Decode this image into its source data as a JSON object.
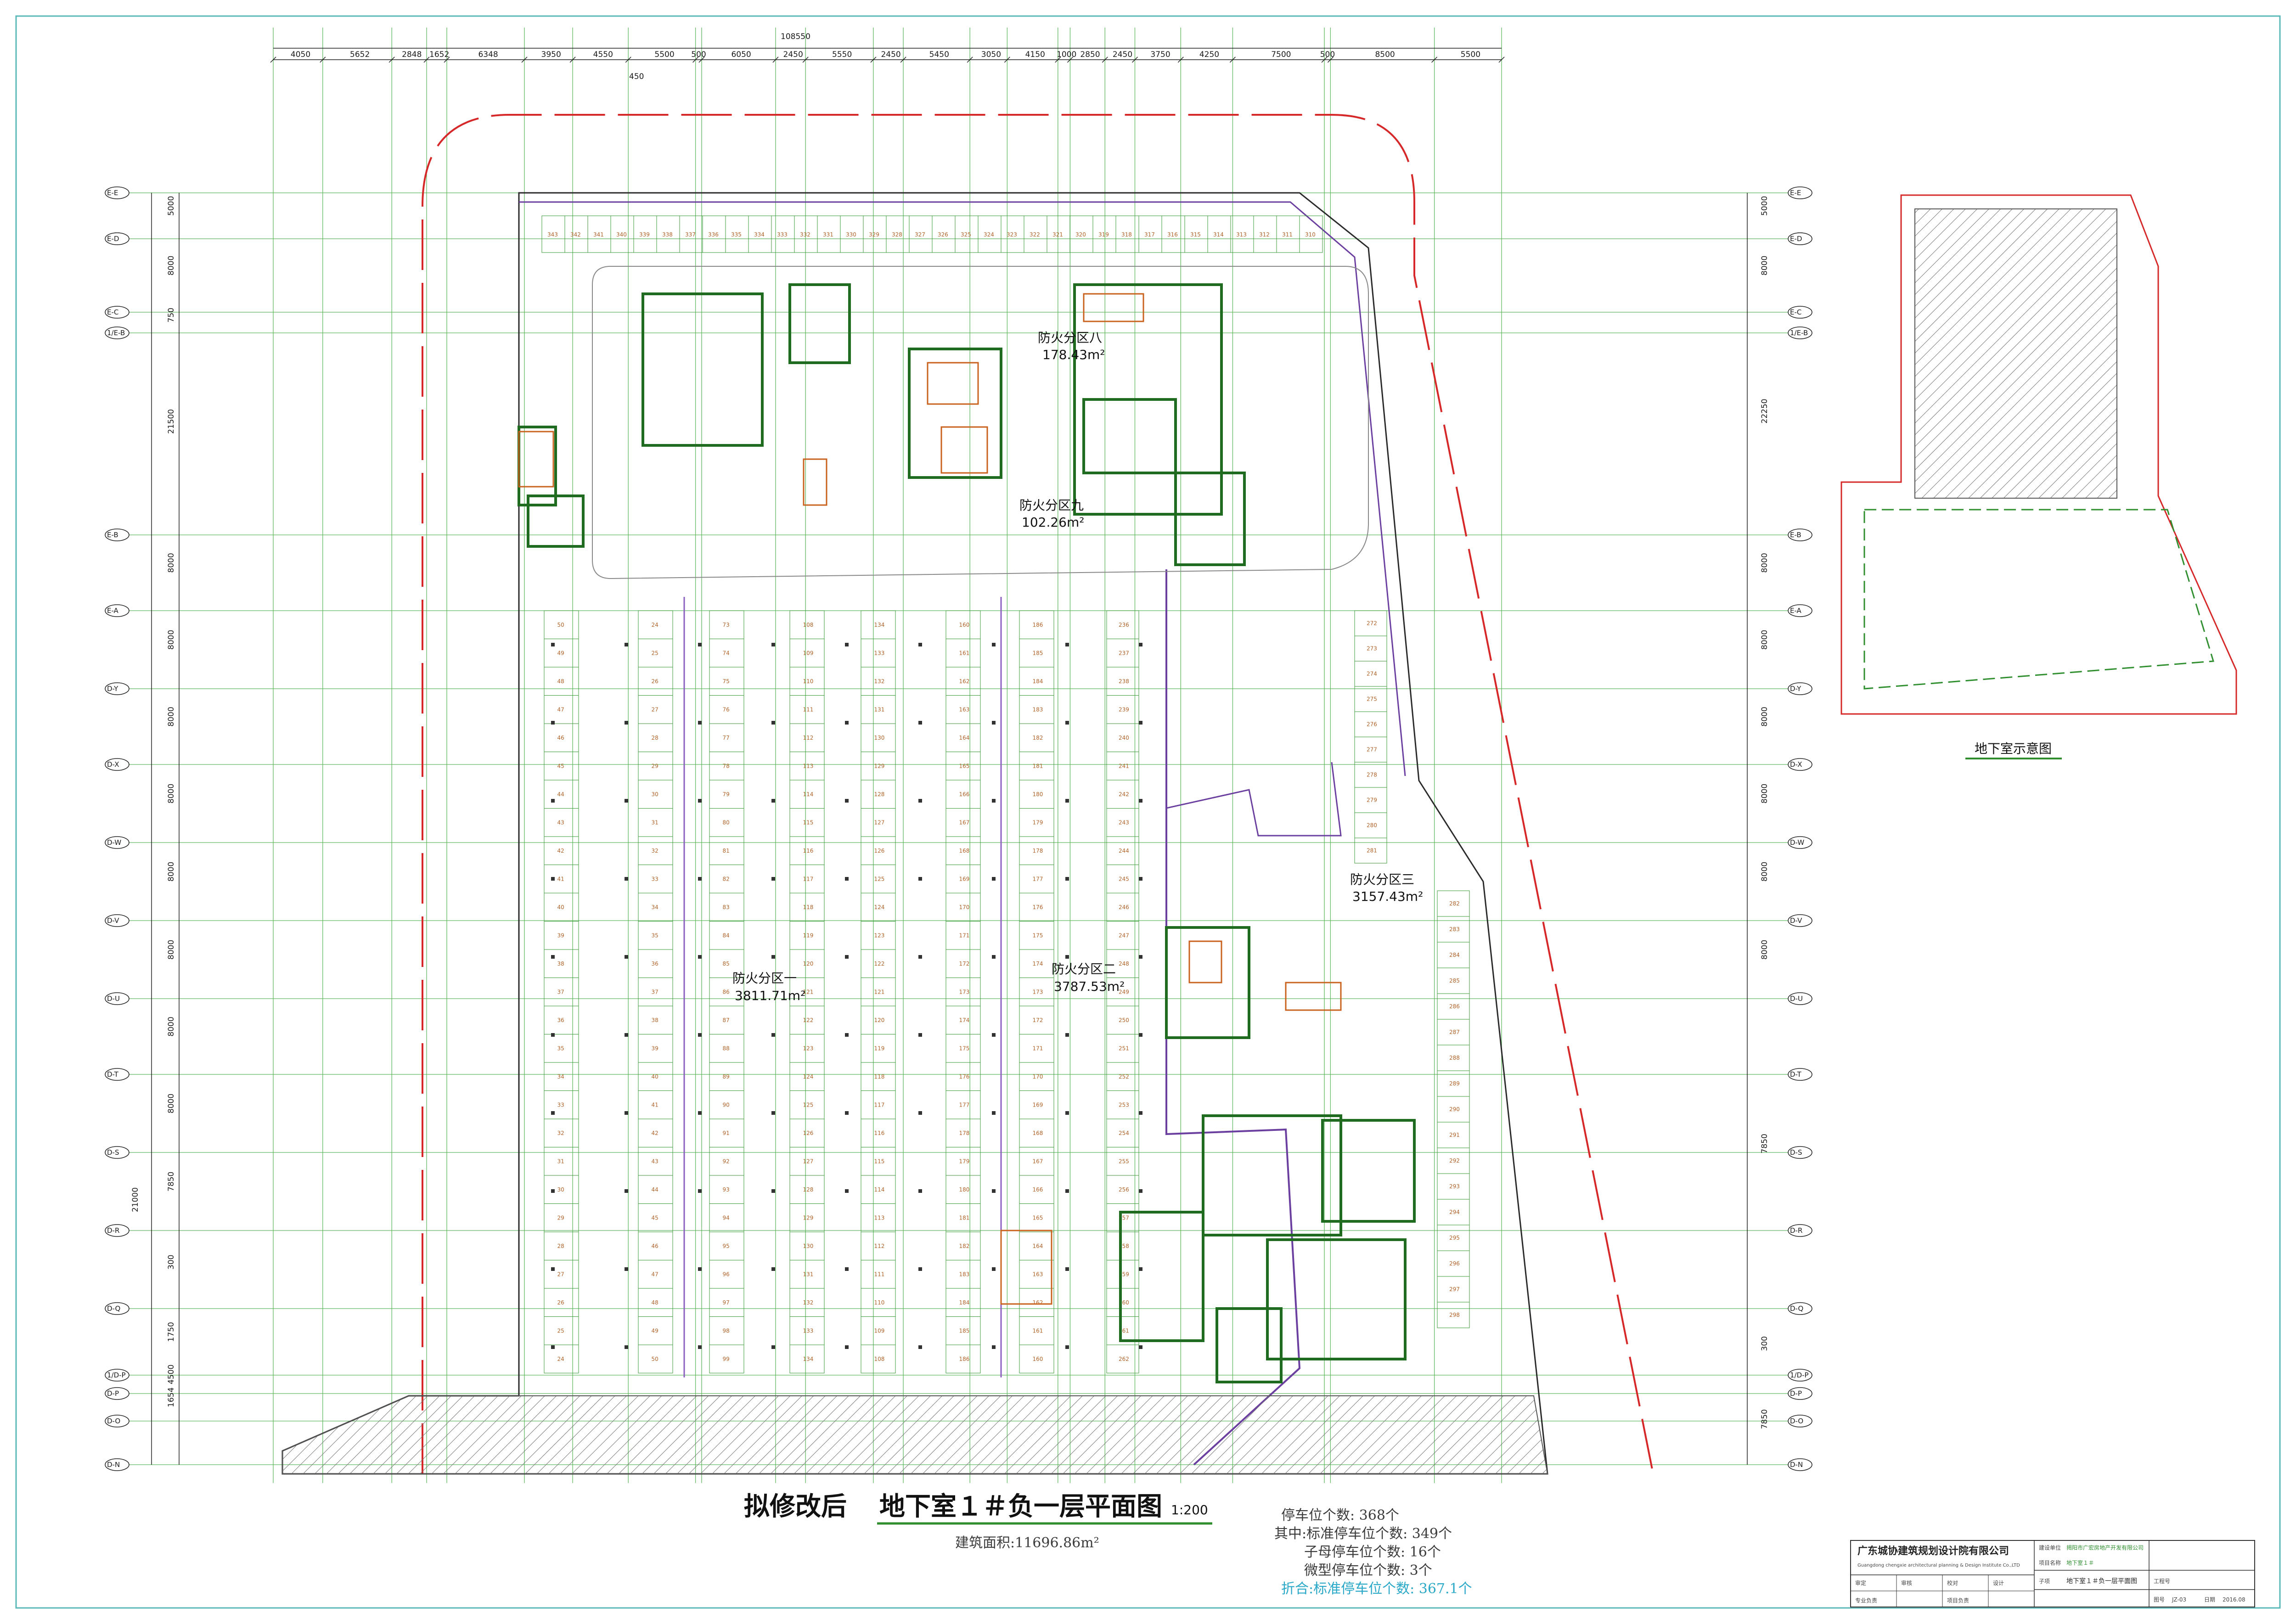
{
  "drawing": {
    "title_prefix": "拟修改后",
    "title_main": "地下室１＃负一层平面图",
    "scale": "1:200",
    "area": "建筑面积:11696.86m²"
  },
  "dimensions": {
    "top_total": "108550",
    "top_segments": [
      "4050",
      "5652",
      "2848",
      "1652",
      "6348",
      "3950",
      "4550",
      "5500",
      "500",
      "6050",
      "2450",
      "5550",
      "2450",
      "5450",
      "3050",
      "4150",
      "1000",
      "2850",
      "2450",
      "3750",
      "4250",
      "7500",
      "500",
      "8500",
      "5500"
    ],
    "top_sub": "450",
    "left_segments": [
      "5000",
      "8000",
      "750",
      "21500",
      "8000",
      "8000",
      "8000",
      "8000",
      "8000",
      "8000",
      "8000",
      "8000",
      "7850",
      "300",
      "1750",
      "4500",
      "1654"
    ],
    "left_total": "21000",
    "right_segments": [
      "5000",
      "8000",
      "22250",
      "8000",
      "8000",
      "8000",
      "8000",
      "8000",
      "8000",
      "7850",
      "300",
      "7850"
    ]
  },
  "axes": [
    "E-E",
    "E-D",
    "E-C",
    "1/E-B",
    "E-B",
    "E-A",
    "D-Y",
    "D-X",
    "D-W",
    "D-V",
    "D-U",
    "D-T",
    "D-S",
    "D-R",
    "D-Q",
    "1/D-P",
    "D-P",
    "D-O",
    "D-N"
  ],
  "zones": [
    {
      "name": "防火分区八",
      "area": "178.43m²"
    },
    {
      "name": "防火分区九",
      "area": "102.26m²"
    },
    {
      "name": "防火分区一",
      "area": "3811.71m²"
    },
    {
      "name": "防火分区二",
      "area": "3787.53m²"
    },
    {
      "name": "防火分区三",
      "area": "3157.43m²"
    }
  ],
  "stalls": {
    "row_top": [
      "343",
      "342",
      "341",
      "340",
      "339",
      "338",
      "337",
      "336",
      "335",
      "334",
      "333",
      "332",
      "331",
      "330",
      "329",
      "328",
      "327",
      "326",
      "325",
      "324",
      "323",
      "322",
      "321",
      "320",
      "319",
      "318",
      "317",
      "316",
      "315",
      "314",
      "313",
      "312",
      "311",
      "310"
    ],
    "col_a": [
      "50",
      "49",
      "48",
      "47",
      "46",
      "45",
      "44",
      "43",
      "42",
      "41",
      "40",
      "39",
      "38",
      "37",
      "36",
      "35",
      "34",
      "33",
      "32",
      "31",
      "30",
      "29",
      "28",
      "27",
      "26",
      "25",
      "24"
    ],
    "col_b": [
      "73",
      "74",
      "75",
      "76",
      "77",
      "78",
      "79",
      "80",
      "81",
      "82",
      "83",
      "84",
      "85",
      "86",
      "87",
      "88",
      "89",
      "90",
      "91",
      "92",
      "93",
      "94",
      "95",
      "96",
      "97",
      "98",
      "99"
    ],
    "col_c": [
      "108",
      "109",
      "110",
      "111",
      "112",
      "113",
      "114",
      "115",
      "116",
      "117",
      "118",
      "119",
      "120",
      "121",
      "122",
      "123",
      "124",
      "125",
      "126",
      "127",
      "128",
      "129",
      "130",
      "131",
      "132",
      "133",
      "134"
    ],
    "col_d": [
      "160",
      "161",
      "162",
      "163",
      "164",
      "165",
      "166",
      "167",
      "168",
      "169",
      "170",
      "171",
      "172",
      "173",
      "174",
      "175",
      "176",
      "177",
      "178",
      "179",
      "180",
      "181",
      "182",
      "183",
      "184",
      "185",
      "186"
    ],
    "col_e": [
      "236",
      "237",
      "238",
      "239",
      "240",
      "241",
      "242",
      "243",
      "244",
      "245",
      "246",
      "247",
      "248",
      "249",
      "250",
      "251",
      "252",
      "253",
      "254",
      "255",
      "256",
      "257",
      "258",
      "259",
      "260",
      "261",
      "262"
    ],
    "col_f": [
      "272",
      "273",
      "274",
      "275",
      "276",
      "277",
      "278",
      "279",
      "280",
      "281",
      "282",
      "283",
      "284",
      "285",
      "286",
      "287",
      "288",
      "289",
      "290",
      "291",
      "292",
      "293",
      "294",
      "295",
      "296",
      "297",
      "298"
    ]
  },
  "keymap": {
    "caption": "地下室示意图"
  },
  "parking_stats": [
    "停车位个数: 368个",
    "其中:标准停车位个数: 349个",
    "子母停车位个数: 16个",
    "微型停车位个数: 3个",
    "折合:标准停车位个数: 367.1个"
  ],
  "title_block": {
    "company_cn": "广东城协建筑规划设计院有限公司",
    "company_en": "Guangdong chengxie architectural planning & Design Institute Co.,LTD",
    "client": "揭阳市广宏房地产开发有限公司",
    "project": "地下室１＃",
    "drawing_name": "地下室１＃负一层平面图",
    "drawing_no": "JZ-03",
    "date": "2016.08",
    "labels": [
      "建设单位",
      "项目名称",
      "子项",
      "工程号",
      "图号",
      "日期",
      "审定",
      "审核",
      "校对",
      "设计",
      "专业负责",
      "项目负责"
    ]
  },
  "colors": {
    "red": "#d62828",
    "green": "#2f8f2f",
    "dark_green": "#1f6b1f",
    "purple": "#6b3fa0",
    "orange": "#c8621e"
  }
}
